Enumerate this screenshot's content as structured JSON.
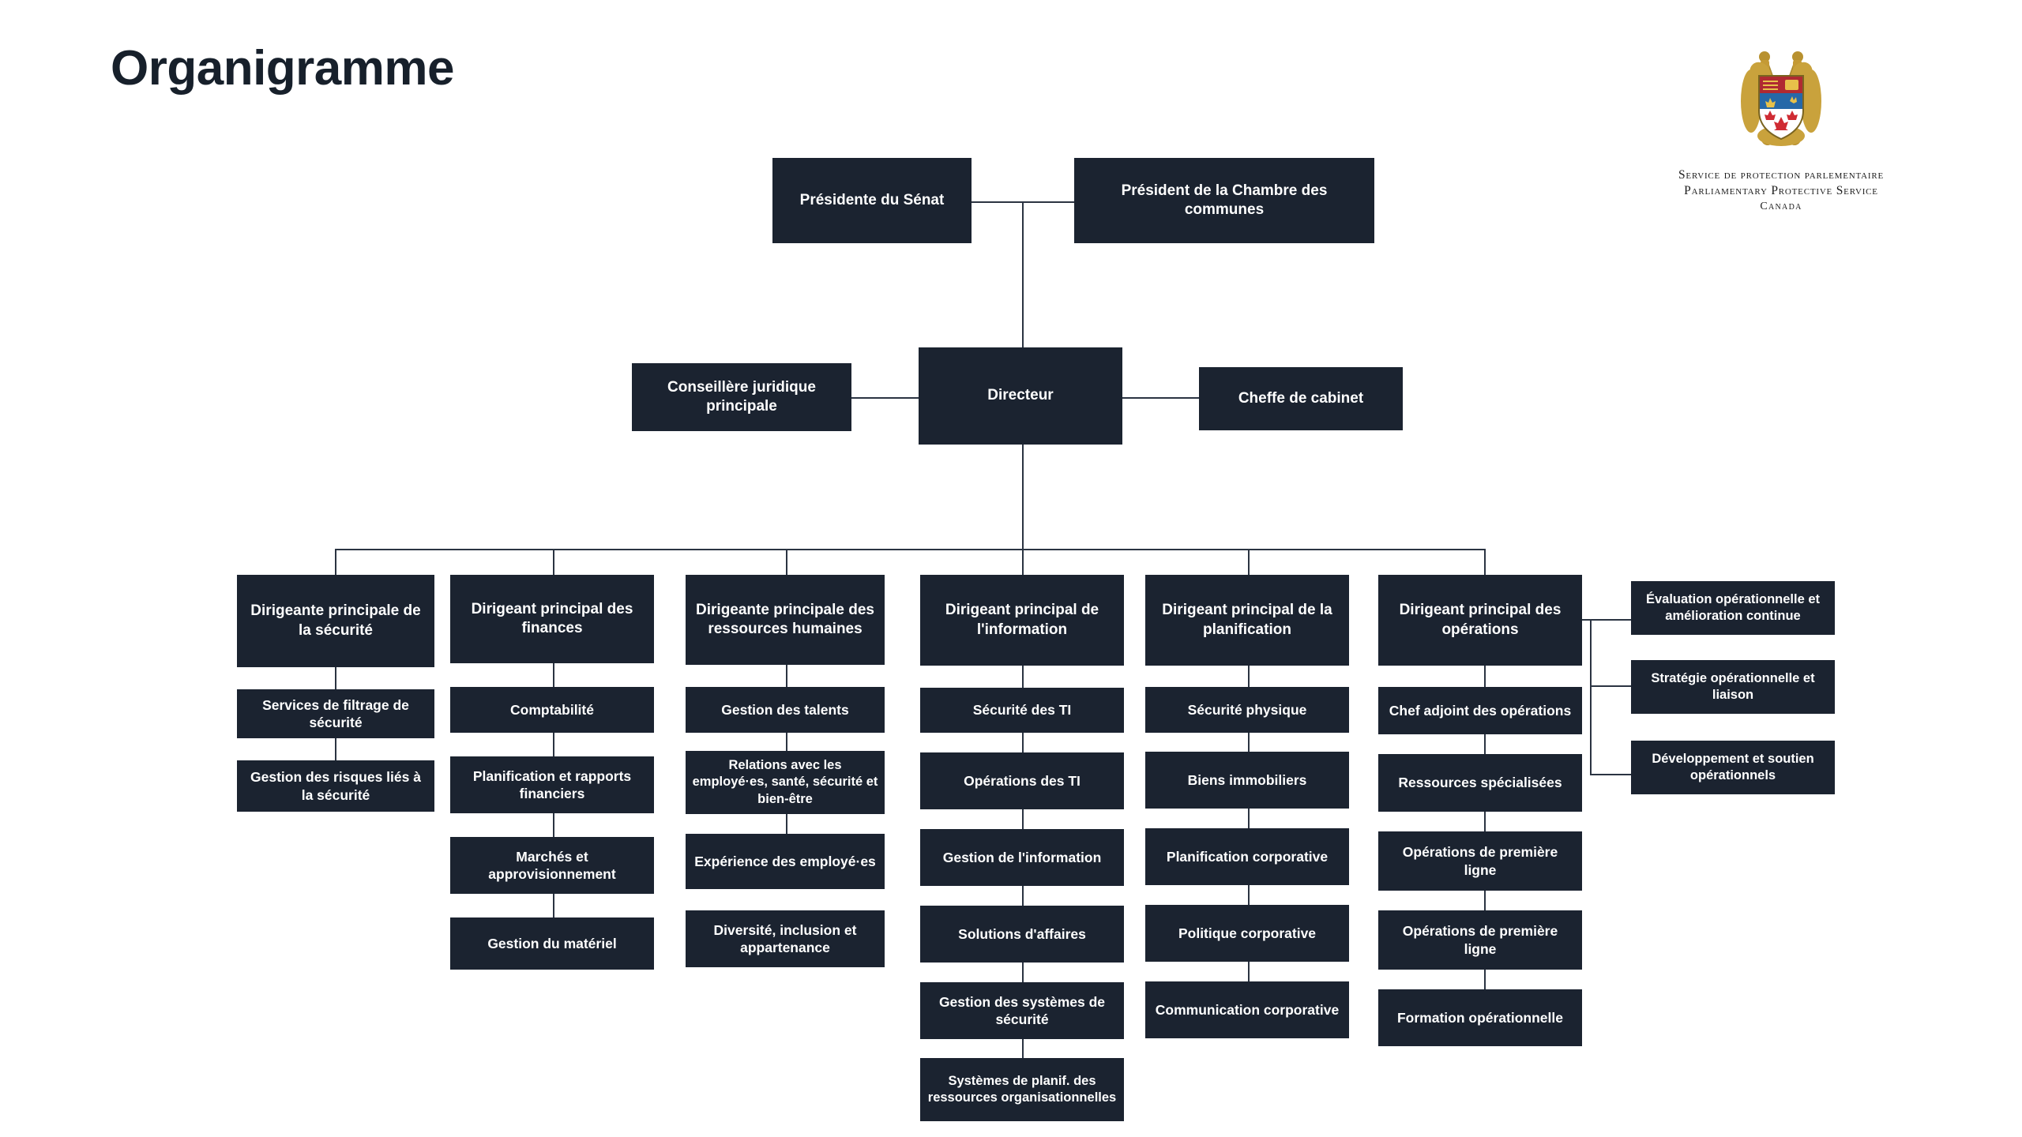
{
  "page": {
    "title": "Organigramme",
    "background_color": "#ffffff",
    "box_color": "#1b2330",
    "box_text_color": "#ffffff",
    "line_color": "#2b3442",
    "title_color": "#17202b"
  },
  "logo": {
    "icon_name": "parliamentary-protective-service-crest",
    "line_fr": "Service de protection parlementaire",
    "line_en": "Parliamentary Protective Service",
    "line_country": "Canada"
  },
  "chart": {
    "speakers": [
      {
        "label": "Présidente du Sénat"
      },
      {
        "label": "Président de la Chambre des communes"
      }
    ],
    "director_row": [
      {
        "label": "Conseillère juridique principale"
      },
      {
        "label": "Directeur"
      },
      {
        "label": "Cheffe de cabinet"
      }
    ],
    "columns": [
      {
        "head": "Dirigeante principale de la sécurité",
        "items": [
          "Services de filtrage de sécurité",
          "Gestion des risques liés à la sécurité"
        ]
      },
      {
        "head": "Dirigeant principal des finances",
        "items": [
          "Comptabilité",
          "Planification et rapports financiers",
          "Marchés et approvisionnement",
          "Gestion du matériel"
        ]
      },
      {
        "head": "Dirigeante principale des ressources humaines",
        "items": [
          "Gestion des talents",
          "Relations avec les employé·es, santé, sécurité et bien-être",
          "Expérience des employé·es",
          "Diversité, inclusion et appartenance"
        ]
      },
      {
        "head": "Dirigeant principal de l'information",
        "items": [
          "Sécurité des TI",
          "Opérations des TI",
          "Gestion de l'information",
          "Solutions d'affaires",
          "Gestion des systèmes de sécurité",
          "Systèmes de planif. des ressources organisationnelles"
        ]
      },
      {
        "head": "Dirigeant principal de la planification",
        "items": [
          "Sécurité physique",
          "Biens immobiliers",
          "Planification corporative",
          "Politique corporative",
          "Communication corporative"
        ]
      },
      {
        "head": "Dirigeant principal des opérations",
        "items": [
          "Chef adjoint des opérations",
          "Ressources spécialisées",
          "Opérations de première ligne",
          "Opérations de première ligne",
          "Formation opérationnelle"
        ]
      }
    ],
    "operations_branch": [
      "Évaluation opérationnelle et amélioration continue",
      "Stratégie opérationnelle et liaison",
      "Développement et soutien opérationnels"
    ]
  }
}
